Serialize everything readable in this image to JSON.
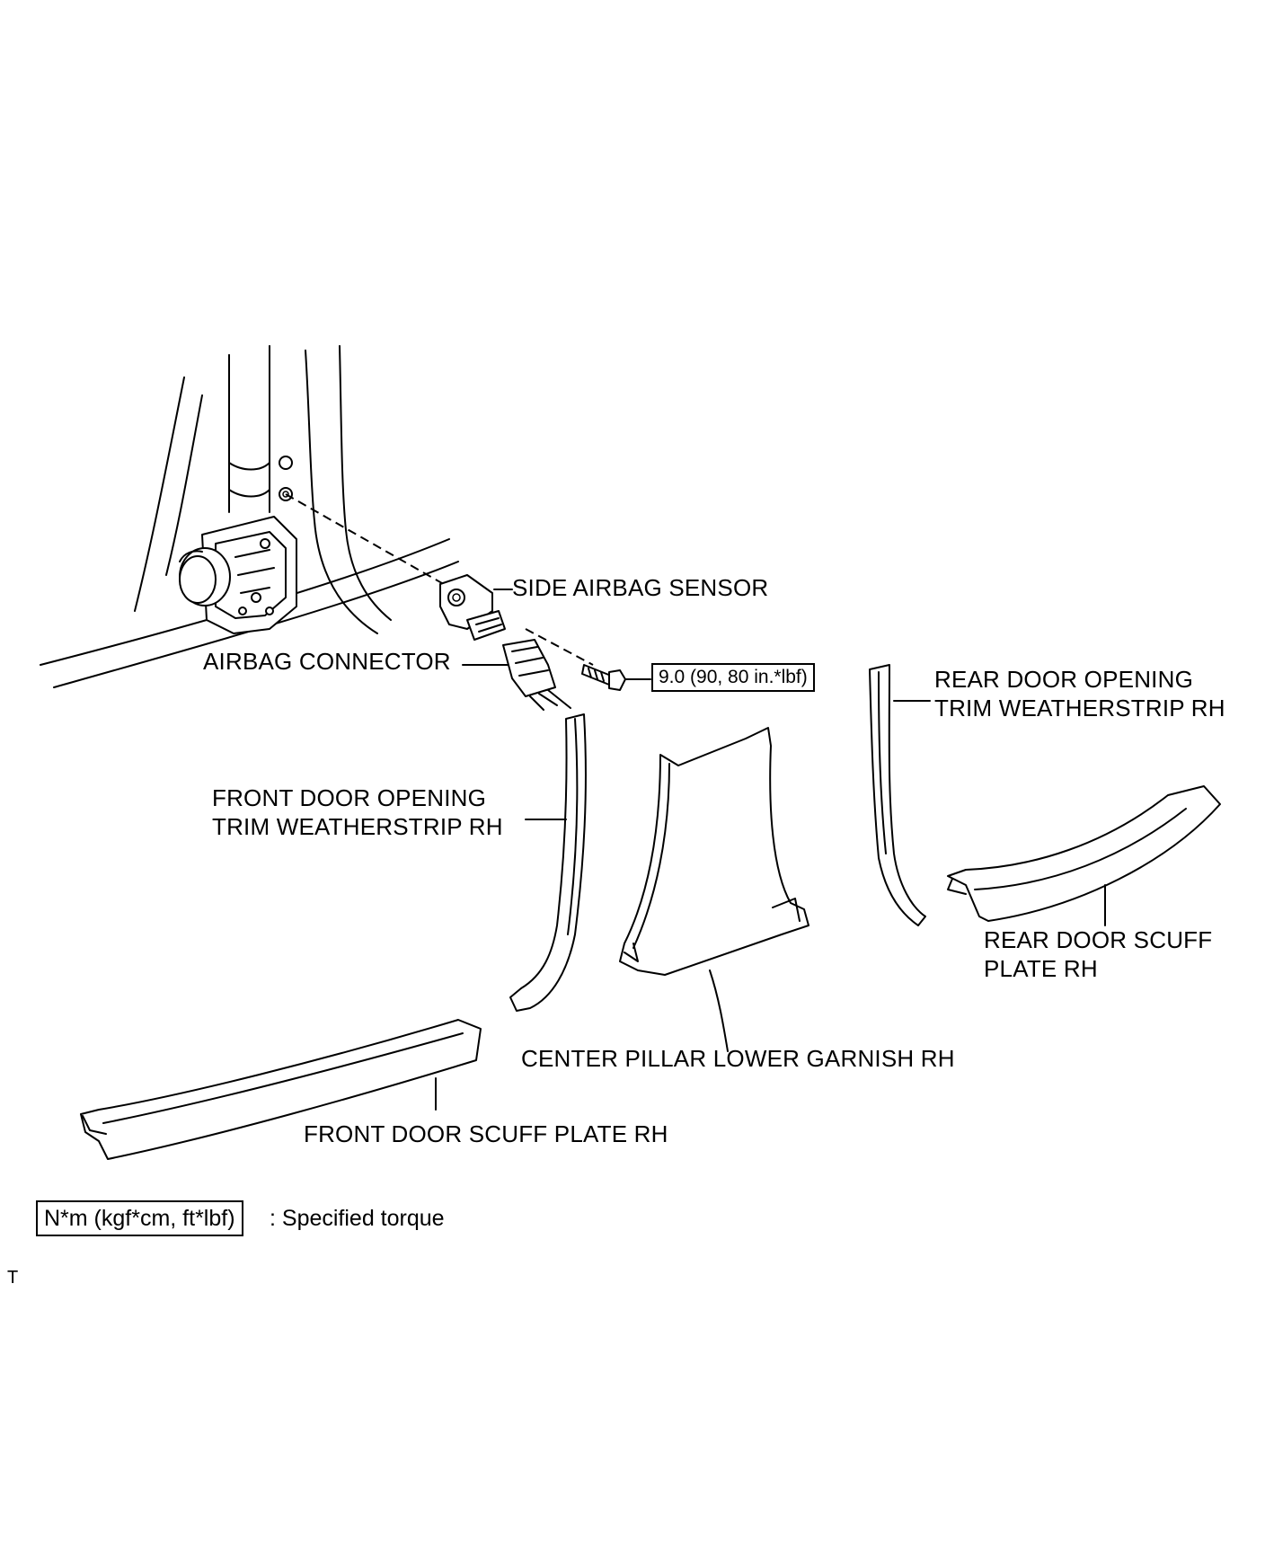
{
  "labels": {
    "side_airbag_sensor": "SIDE AIRBAG SENSOR",
    "airbag_connector": "AIRBAG CONNECTOR",
    "front_door_weatherstrip_line1": "FRONT DOOR OPENING",
    "front_door_weatherstrip_line2": "TRIM WEATHERSTRIP RH",
    "rear_door_weatherstrip_line1": "REAR DOOR OPENING",
    "rear_door_weatherstrip_line2": "TRIM WEATHERSTRIP RH",
    "rear_door_scuff_line1": "REAR DOOR SCUFF",
    "rear_door_scuff_line2": "PLATE RH",
    "center_pillar_garnish": "CENTER PILLAR LOWER GARNISH RH",
    "front_door_scuff": "FRONT DOOR SCUFF PLATE RH"
  },
  "torque": {
    "bolt_value": "9.0 (90, 80 in.*lbf)"
  },
  "legend": {
    "unit_box": "N*m (kgf*cm, ft*lbf)",
    "description": ": Specified torque"
  },
  "corner_mark": "T"
}
